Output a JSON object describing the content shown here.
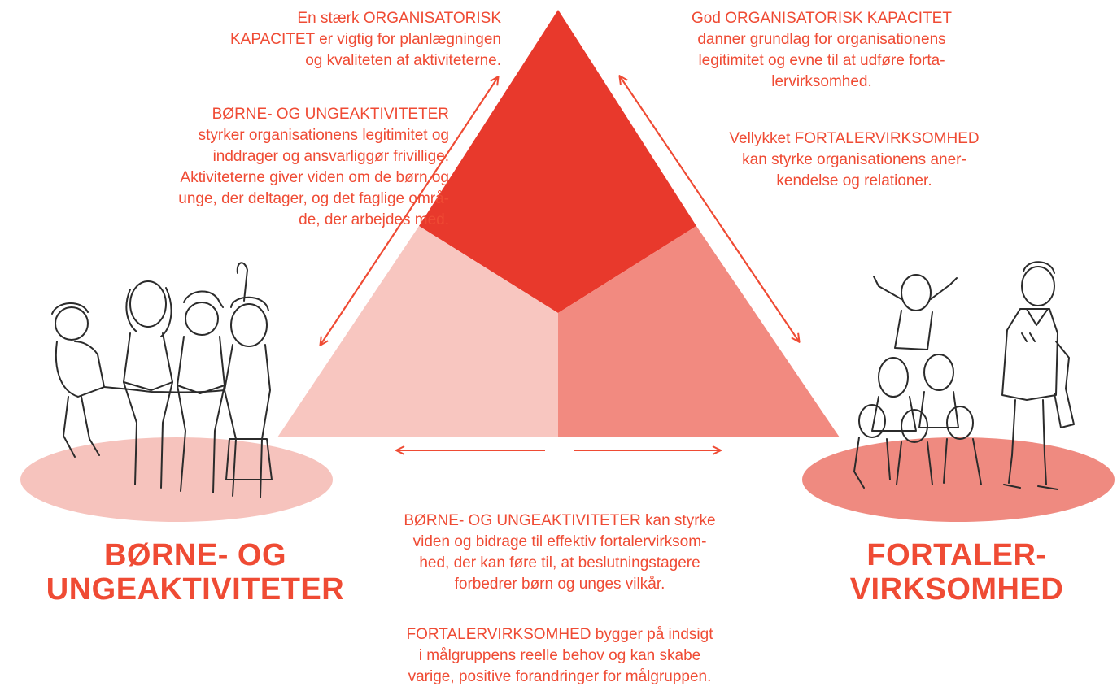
{
  "diagram": {
    "top_left_text": [
      "En stærk ORGANISATORISK",
      "KAPACITET er vigtig for planlægningen",
      "og kvaliteten af aktiviteterne."
    ],
    "top_right_text": [
      "God ORGANISATORISK KAPACITET",
      "danner grundlag for organisationens",
      "legitimitet og evne til at udføre forta-",
      "lervirksomhed."
    ],
    "left_text": [
      "BØRNE- OG UNGEAKTIVITETER",
      "styrker organisationens legitimitet og",
      "inddrager og ansvarliggør frivillige.",
      "Aktiviteterne giver viden om de børn og",
      "unge, der deltager, og det faglige områ-",
      "de, der arbejdes med."
    ],
    "right_text": [
      "Vellykket FORTALERVIRKSOMHED",
      "kan styrke organisationens aner-",
      "kendelse og relationer."
    ],
    "bottom_text_1": [
      "BØRNE- OG UNGEAKTIVITETER kan styrke",
      "viden og bidrage til effektiv fortalervirksom-",
      "hed, der kan føre til, at beslutningstagere",
      "forbedrer børn og unges vilkår."
    ],
    "bottom_text_2": [
      "FORTALERVIRKSOMHED bygger på indsigt",
      "i målgruppens reelle behov og kan skabe",
      "varige, positive forandringer for målgruppen."
    ],
    "left_label": [
      "BØRNE- OG",
      "UNGEAKTIVITETER"
    ],
    "right_label": [
      "FORTALER-",
      "VIRKSOMHED"
    ]
  },
  "colors": {
    "accent": "#ef4b34",
    "triangle_top": "#e8392c",
    "triangle_left": "#f8c6c0",
    "triangle_right": "#f28a80",
    "ellipse_left": "#f6c3bd",
    "ellipse_right": "#ef8a80"
  }
}
